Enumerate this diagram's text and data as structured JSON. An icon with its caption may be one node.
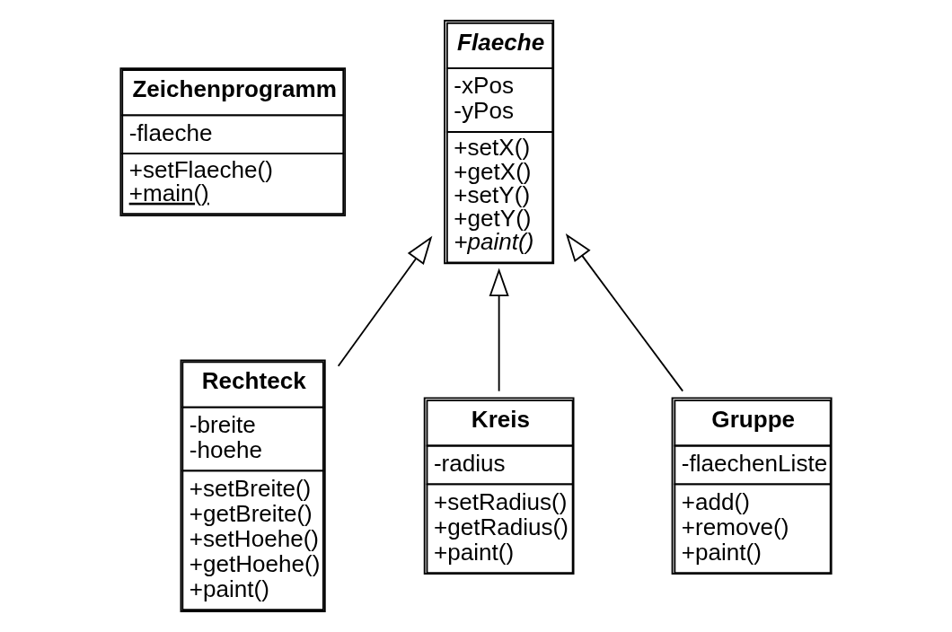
{
  "diagram": {
    "nodes": [
      {
        "text": [
          "Zeichenprogramm",
          "-flaeche",
          "+setFlaeche() +main()"
        ]
      },
      {
        "text": [
          "Flaeche",
          "-xPos -yPos",
          "+setX() +getX() +setY() +getY() *+paint()*"
        ]
      },
      {
        "text": [
          "Rechteck",
          "-breite -hoehe",
          "+setBreite() +getBreite() +setHoehe() +getHoehe() +paint()"
        ]
      },
      {
        "text": [
          "Kreis",
          "-radius",
          "+setRadius() +getRadius() +paint()"
        ]
      },
      {
        "text": [
          "Gruppe",
          "-flaechenListe",
          "+add() +remove() +paint()"
        ]
      }
    ],
    "edges": [
      {
        "from": 2,
        "to": 1,
        "arrow": "to"
      },
      {
        "from": 3,
        "to": 1,
        "arrow": "to"
      },
      {
        "from": 4,
        "to": 1,
        "arrow": "to"
      }
    ]
  }
}
